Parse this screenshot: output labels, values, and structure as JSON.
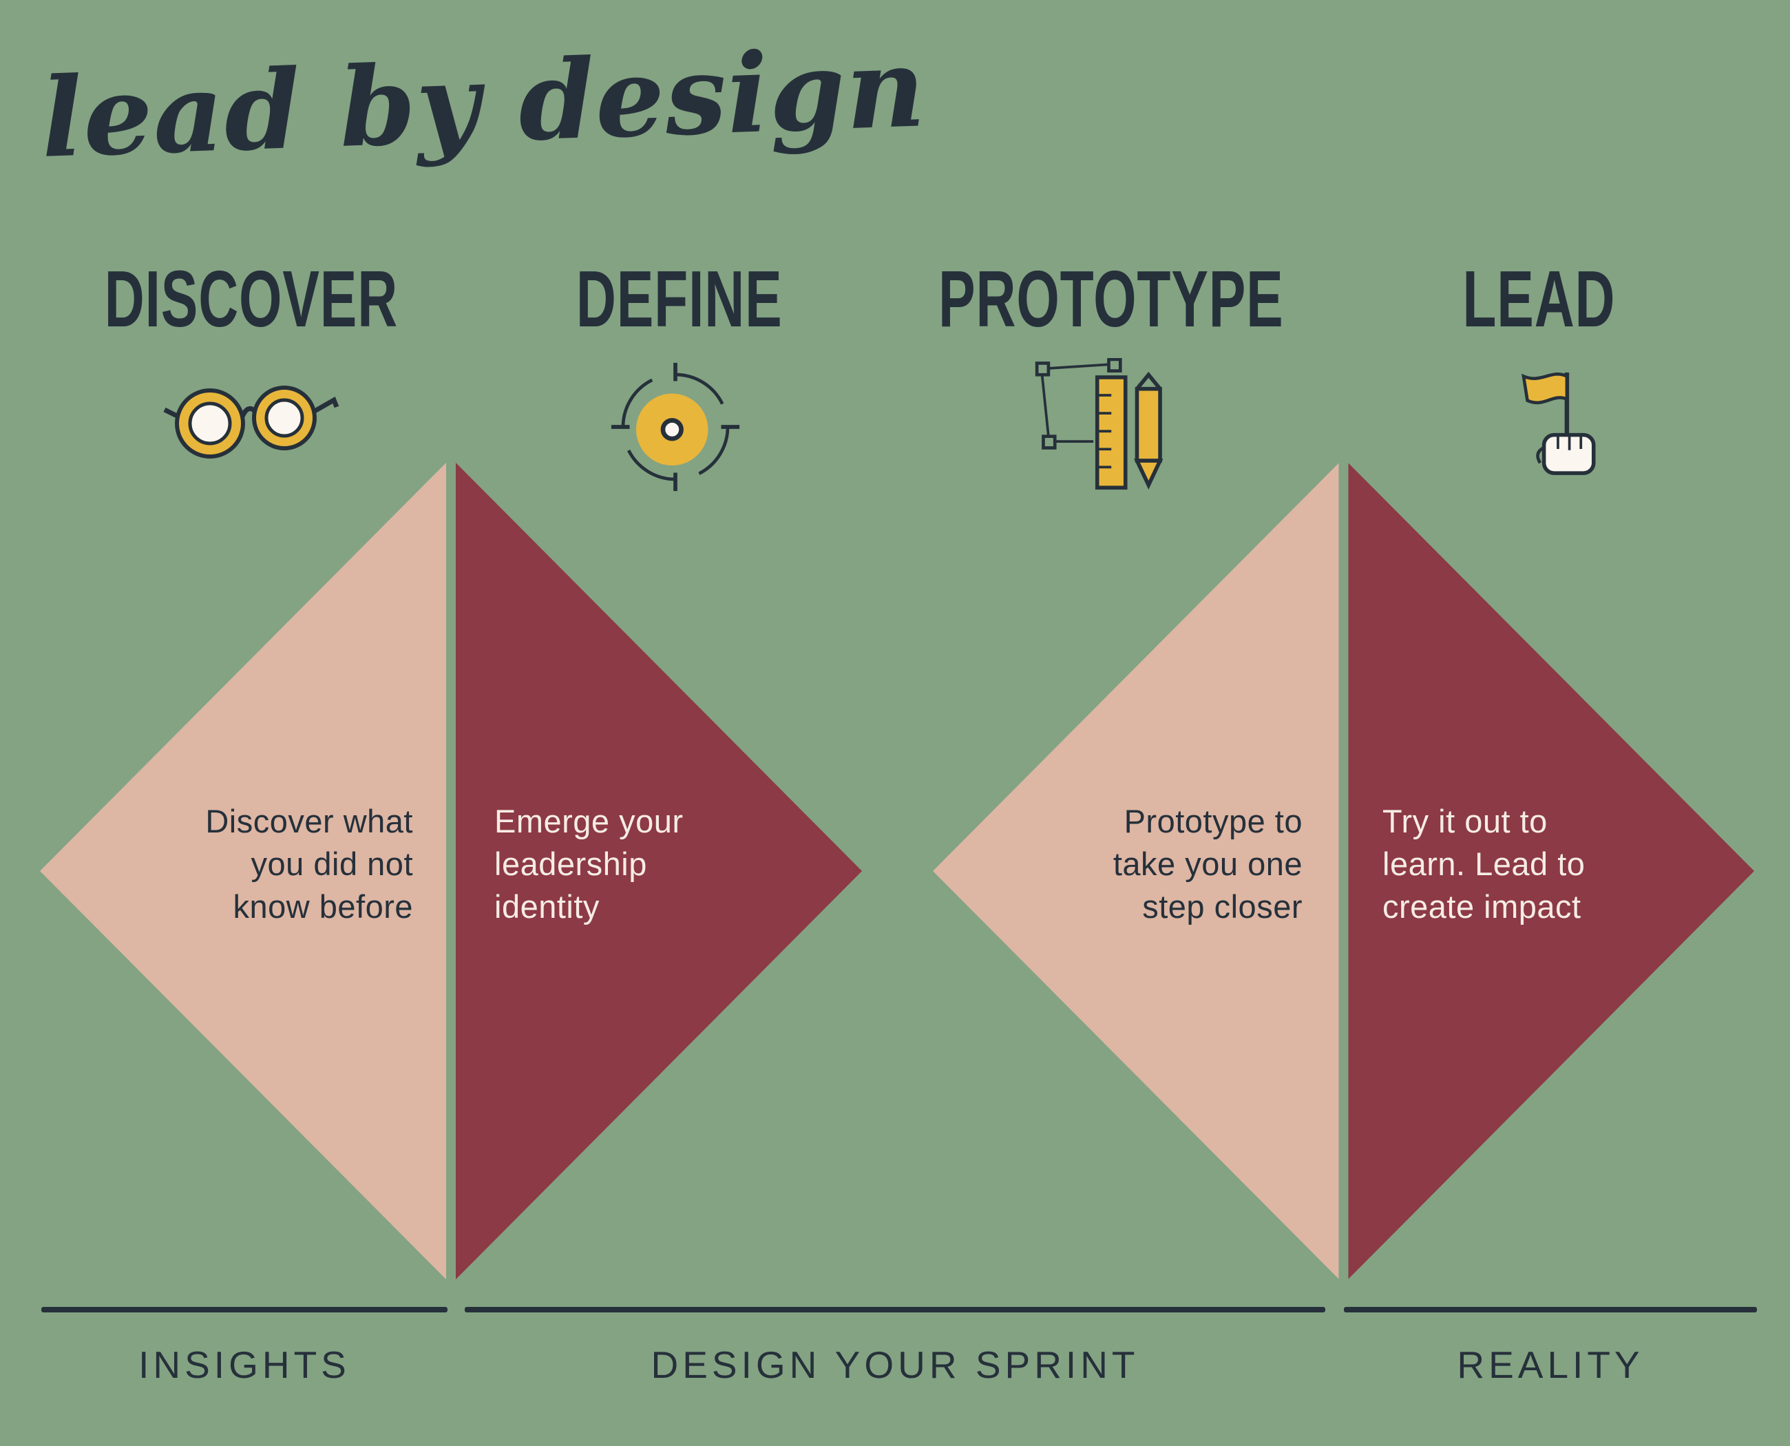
{
  "title": "lead by design",
  "colors": {
    "background": "#83a383",
    "dark": "#26303a",
    "pink": "#ddb6a4",
    "maroon": "#8c3a45",
    "yellow": "#e8b63b",
    "light_text": "#f6ece5"
  },
  "phases": [
    {
      "label": "DISCOVER",
      "icon": "glasses-icon"
    },
    {
      "label": "DEFINE",
      "icon": "target-icon"
    },
    {
      "label": "PROTOTYPE",
      "icon": "prototype-icon"
    },
    {
      "label": "LEAD",
      "icon": "flag-icon"
    }
  ],
  "diamonds": [
    {
      "left_text": "Discover what you did not know before",
      "right_text": "Emerge your leadership identity"
    },
    {
      "left_text": "Prototype to take you one step closer",
      "right_text": "Try it out to learn. Lead to create impact"
    }
  ],
  "timeline": [
    {
      "label": "INSIGHTS"
    },
    {
      "label": "DESIGN YOUR SPRINT"
    },
    {
      "label": "REALITY"
    }
  ]
}
